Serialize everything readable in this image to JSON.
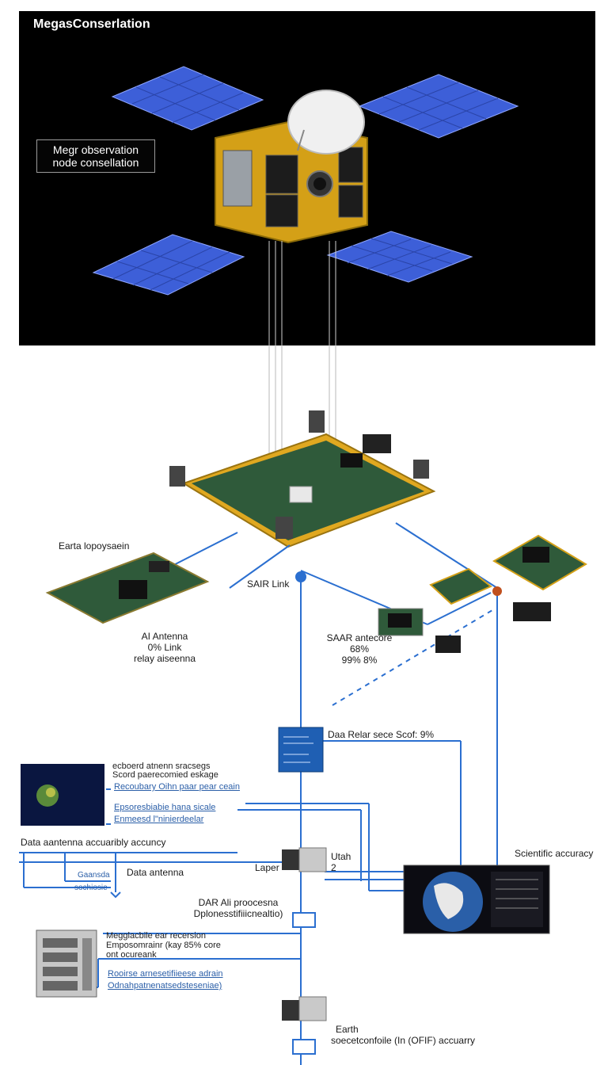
{
  "header": {
    "title": "MegasConserlation",
    "node_label_line1": "Megr observation",
    "node_label_line2": "node consellation"
  },
  "labels": {
    "earth_lopoysaein": "Earta lopoysaein",
    "sair_link": "SAIR Link",
    "ai_antenna_1": "AI Antenna",
    "ai_antenna_2": "0% Link",
    "ai_antenna_3": "relay aiseenna",
    "saar_1": "SAAR antecore",
    "saar_2": "68%",
    "saar_3": "99% 8%",
    "data_relay": "Daa Relar  sece Scof: 9%",
    "panel1_line1": "ecboerd atnenn   sracsegs",
    "panel1_line2": "Scord paerecomied    eskage",
    "panel1_link1": "Recoubary Oihn paar pear ceain",
    "panel1_link2": "Epsoresbiabie hana sicale",
    "panel1_link3": "Enmeesd l\"ninierdeelar",
    "data_accuracy": "Data aantenna accuaribly accuncy",
    "data_antenna": "Data antenna",
    "bracket_1": "Gaansda",
    "bracket_2": "sochiosie",
    "laper": "Laper",
    "utah_1": "Utah",
    "utah_2": "2",
    "scientific_accuracy": "Scientific accuracy",
    "dar_1": "DAR Ali proocesna",
    "dar_2": "Dplonesstifiiicnealtio)",
    "panel2_line1": "Megglacbile ear recersion",
    "panel2_line2": "Emposomrainr (kay 85% core",
    "panel2_line3": "ont ocureank",
    "panel2_link1": "Rooirse arnesetifiieese adrain",
    "panel2_link2": "Odnahpatnenatsedsteseniae)",
    "earth_1": "Earth",
    "earth_2": "soecetconfoile (In (OFIF) accuarry"
  },
  "colors": {
    "space_bg": "#000000",
    "panel_blue": "#3a5fd6",
    "gold_frame": "#e0a820",
    "board_green": "#2f5a3a",
    "link_blue": "#2b6fd0",
    "relay_box": "#1f5fb3"
  }
}
